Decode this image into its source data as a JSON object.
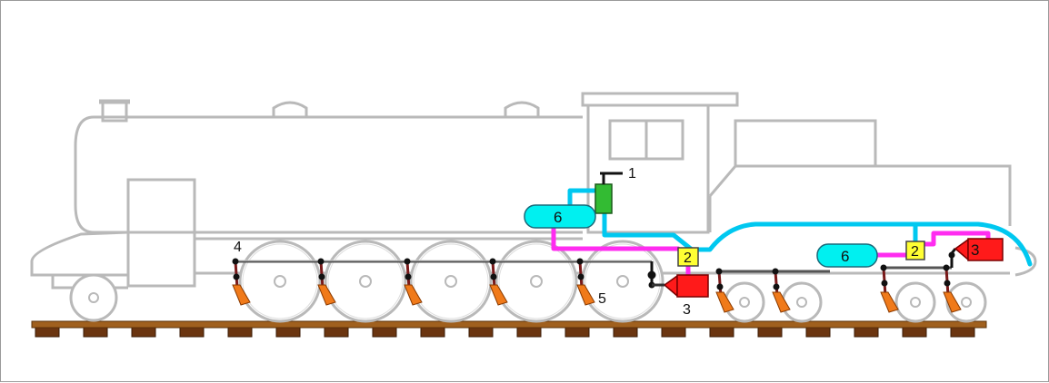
{
  "labels": {
    "handle": "1",
    "triple_valve": "2",
    "cylinder": "3",
    "rigging": "4",
    "block": "5",
    "reservoir": "6"
  },
  "colors": {
    "outline": "#b9b9b9",
    "train_pipe": "#00c8f0",
    "reservoir_pipe": "#ff2cf0",
    "cylinder": "#ff1a1a",
    "brake_block": "#f07a1a",
    "triple_valve": "#ffff33",
    "brake_valve": "#33bb33",
    "reservoir": "#00f0f0",
    "sleeper": "#6b3510",
    "rail": "#a0601e"
  },
  "icons": {
    "brake_valve": "brake-valve-icon",
    "triple_valve": "triple-valve-icon",
    "cylinder": "brake-cylinder-icon",
    "reservoir": "auxiliary-reservoir-icon",
    "block": "brake-block-icon"
  }
}
